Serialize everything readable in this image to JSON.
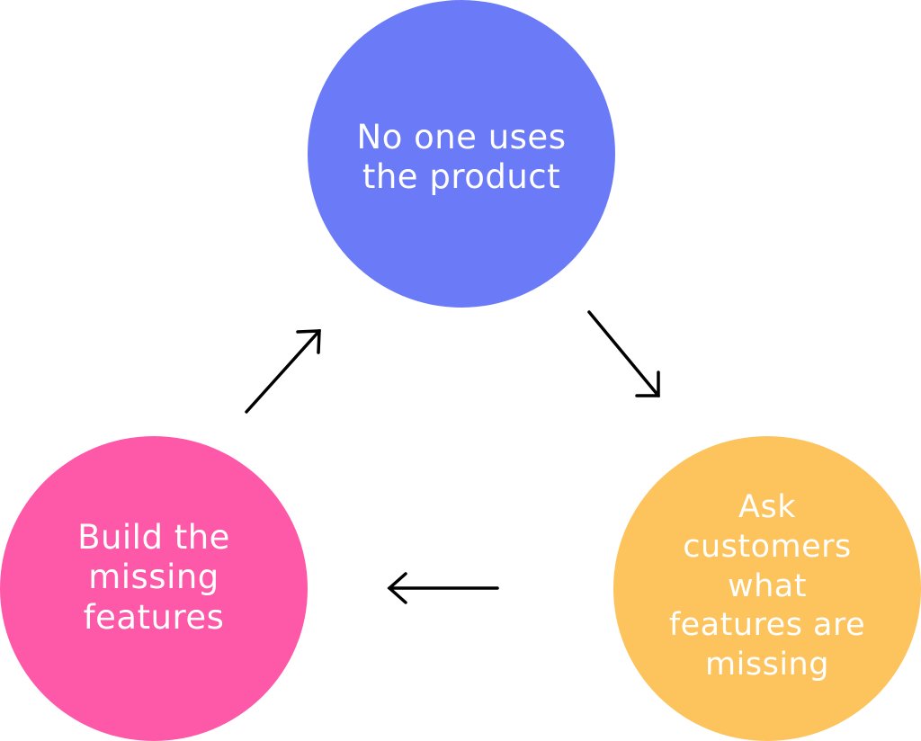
{
  "nodes": {
    "top": {
      "label": "No one uses\nthe product",
      "color": "#6b7bf7"
    },
    "right": {
      "label": "Ask\ncustomers\nwhat\nfeatures are\nmissing",
      "color": "#fdc35c"
    },
    "left": {
      "label": "Build the\nmissing\nfeatures",
      "color": "#fe58a8"
    }
  },
  "edges": [
    {
      "from": "top",
      "to": "right"
    },
    {
      "from": "right",
      "to": "left"
    },
    {
      "from": "left",
      "to": "top"
    }
  ],
  "colors": {
    "arrow": "#000000",
    "background": "#ffffff"
  }
}
